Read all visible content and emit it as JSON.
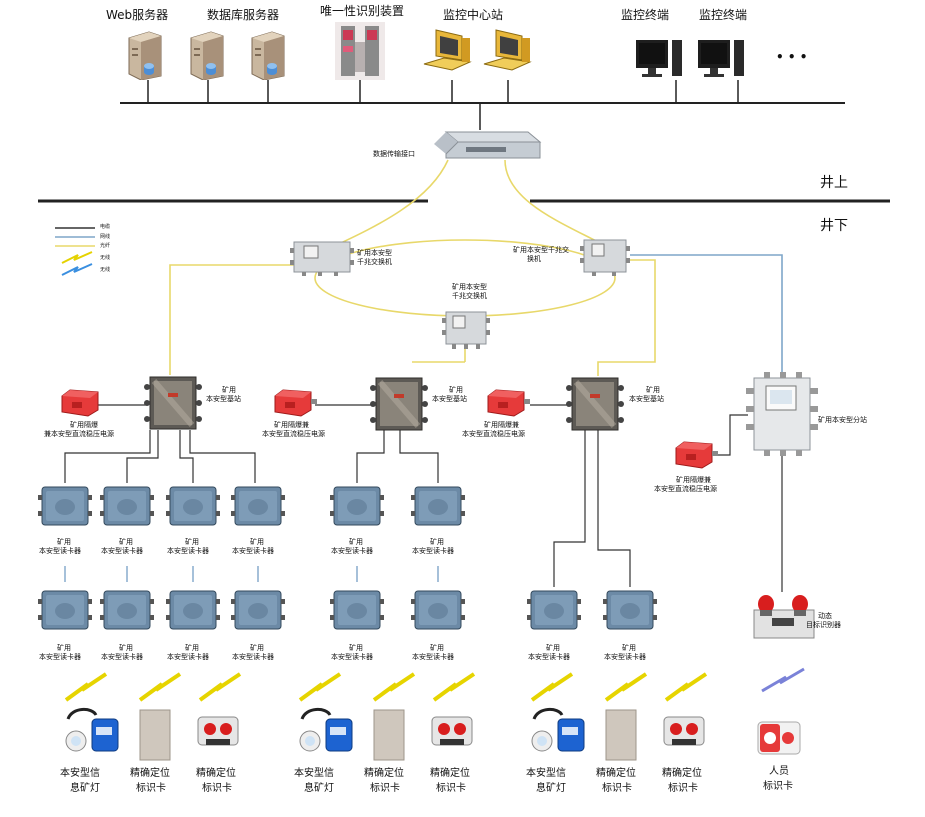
{
  "top": {
    "web_server": "Web服务器",
    "db_server": "数据库服务器",
    "unique_id": "唯一性识别装置",
    "monitor_center": "监控中心站",
    "terminal_1": "监控终端",
    "terminal_2": "监控终端",
    "ellipsis": "• • •"
  },
  "data_port": "数据传输接口",
  "zones": {
    "above": "井上",
    "below": "井下"
  },
  "legend": [
    "电缆",
    "网线",
    "光纤",
    "无线",
    "无线"
  ],
  "switches": {
    "left": [
      "矿用本安型",
      "千兆交换机"
    ],
    "right": [
      "矿用本安型千兆交",
      "换机"
    ],
    "center": [
      "矿用本安型",
      "千兆交换机"
    ]
  },
  "base_station": [
    "矿用",
    "本安型基站"
  ],
  "power": {
    "a": [
      "矿用隔爆",
      "兼本安型直流稳压电源"
    ],
    "b": [
      "矿用隔爆兼",
      "本安型直流稳压电源"
    ],
    "c": [
      "矿用隔爆兼",
      "本安型直流稳压电源"
    ],
    "d": [
      "矿用隔爆兼",
      "本安型直流稳压电源"
    ]
  },
  "substation": "矿用本安型分站",
  "reader": [
    "矿用",
    "本安型读卡器"
  ],
  "dynamic_detector": [
    "动态",
    "目标识别器"
  ],
  "endpoints": {
    "lamp": [
      "本安型信",
      "息矿灯"
    ],
    "card": [
      "精确定位",
      "标识卡"
    ],
    "personnel": [
      "人员",
      "标识卡"
    ]
  },
  "colors": {
    "fiber": "#e8d86a",
    "network": "#7fa6c9",
    "cable": "#333333"
  }
}
